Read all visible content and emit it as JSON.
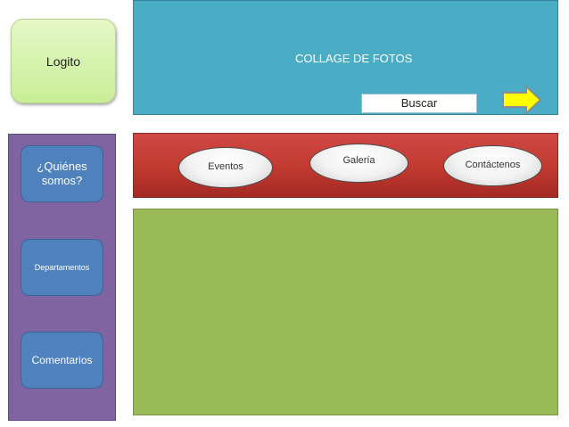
{
  "logo": {
    "label": "Logito"
  },
  "header": {
    "title": "COLLAGE DE FOTOS",
    "search_label": "Buscar",
    "arrow_icon": "arrow-right-icon"
  },
  "sidebar": {
    "items": [
      {
        "label": "¿Quiénes somos?"
      },
      {
        "label": "Departamentos"
      },
      {
        "label": "Comentarios"
      }
    ]
  },
  "nav": {
    "items": [
      {
        "label": "Eventos"
      },
      {
        "label": "Galería"
      },
      {
        "label": "Contáctenos"
      }
    ]
  },
  "colors": {
    "header": "#4bacc6",
    "sidebar": "#8064a2",
    "sidebar_buttons": "#4f81bd",
    "nav_bar": "#c0392f",
    "content": "#9bbb59",
    "logo": "#c8ee96"
  }
}
